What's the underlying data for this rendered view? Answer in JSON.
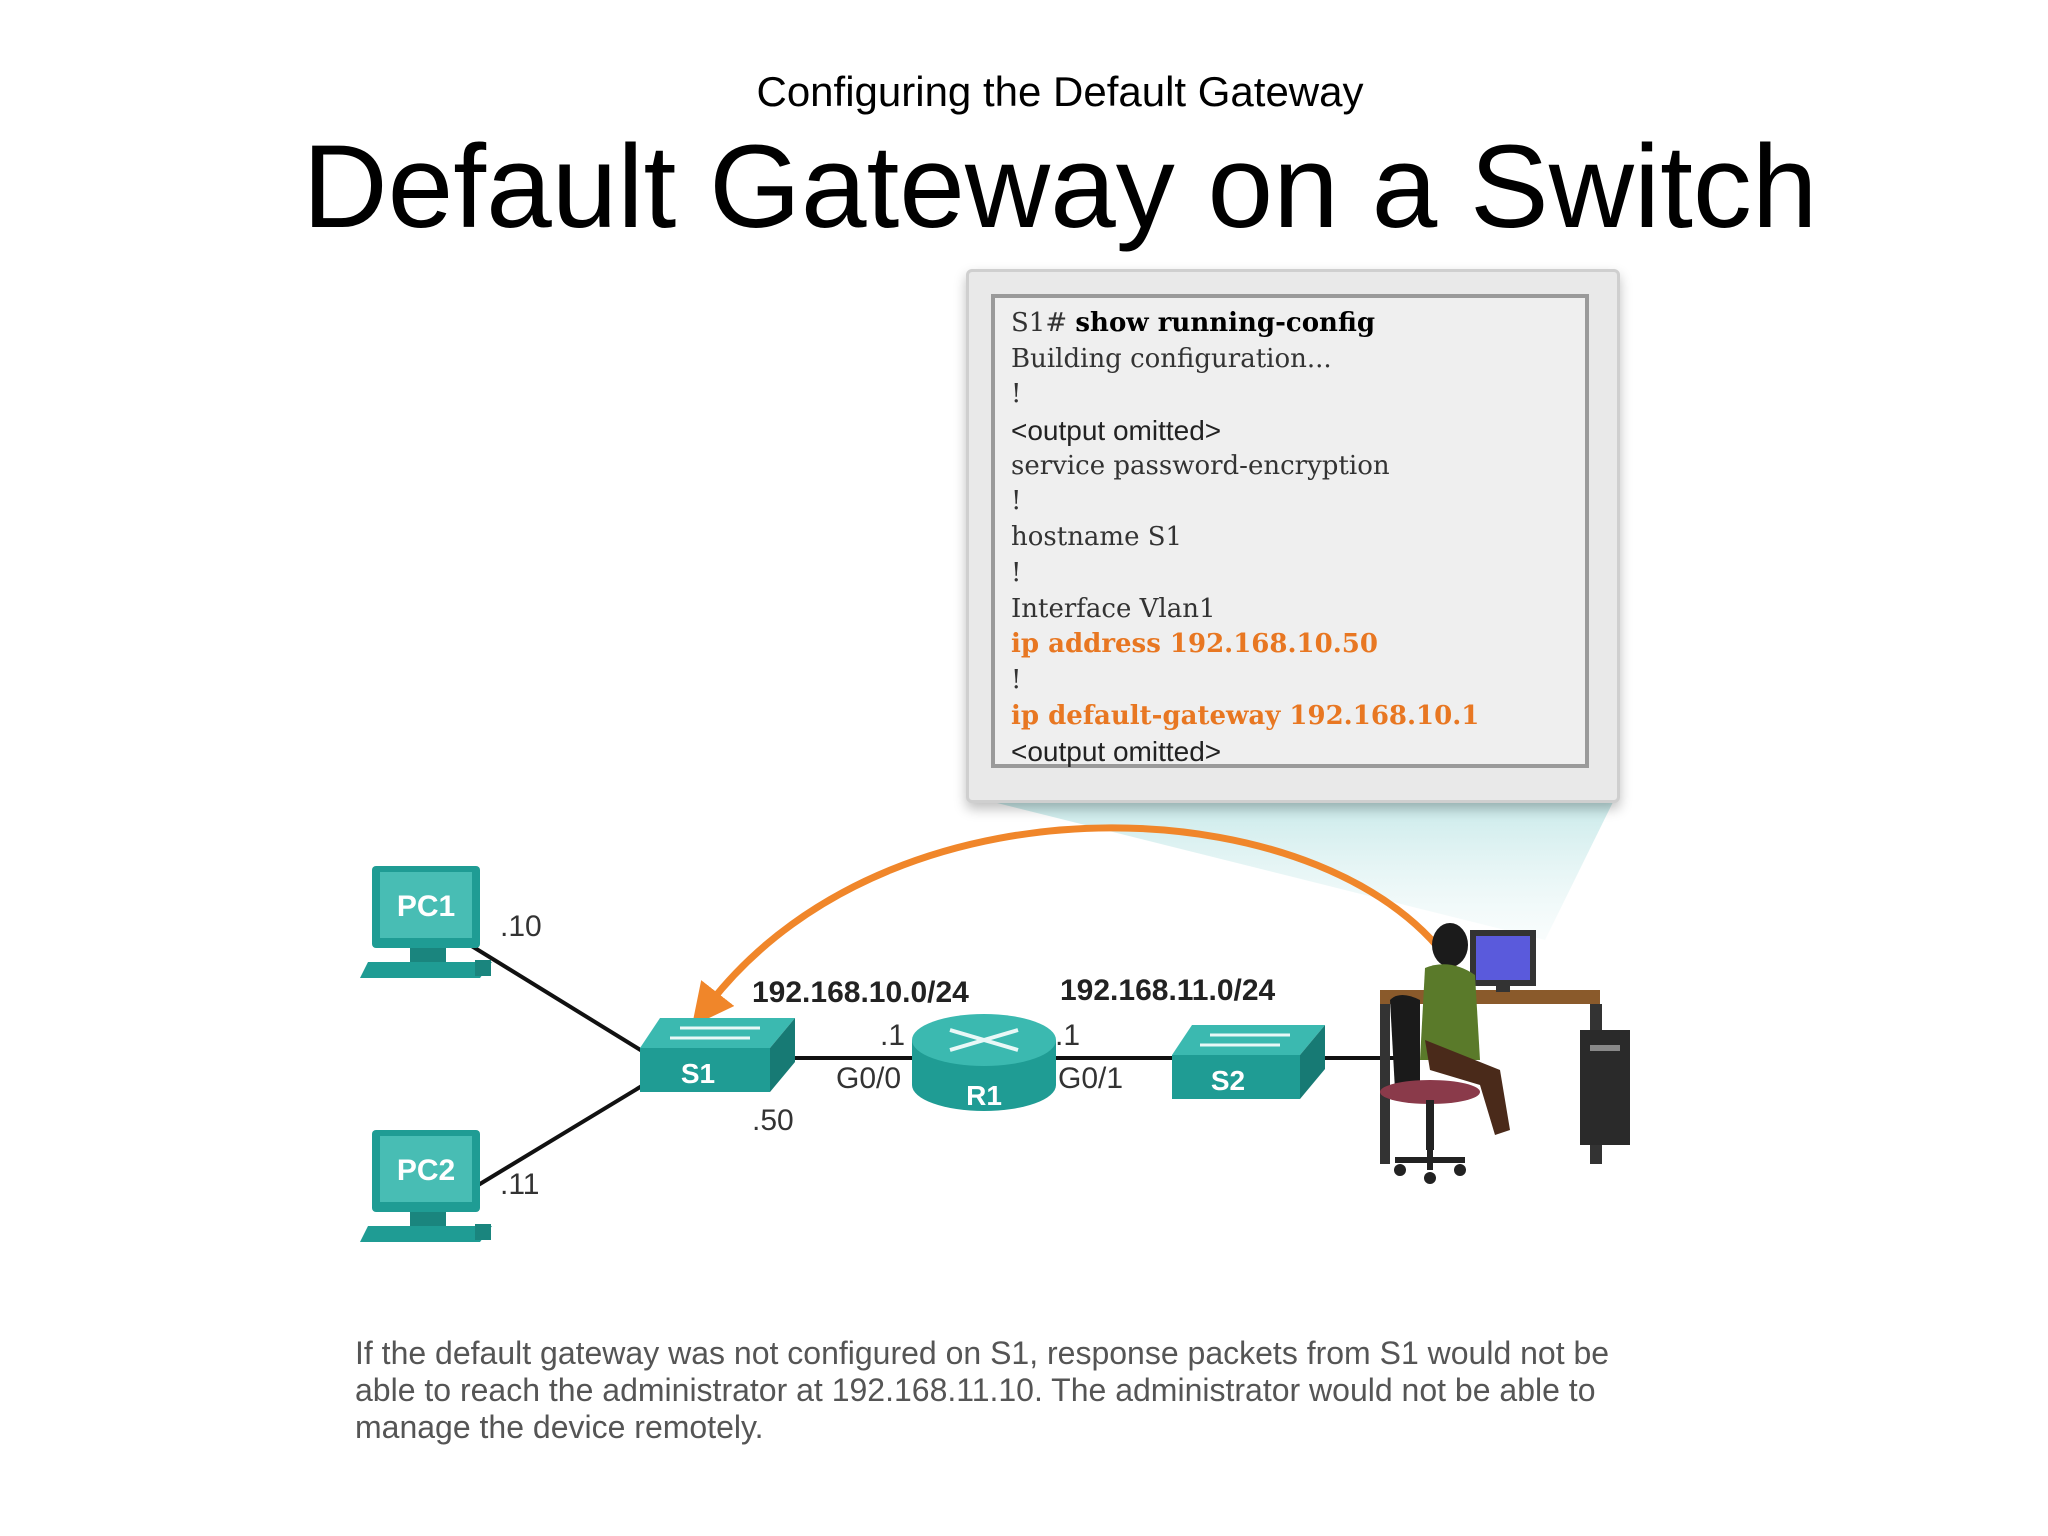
{
  "header": {
    "subtitle": "Configuring the Default Gateway",
    "title": "Default Gateway on a Switch"
  },
  "config": {
    "lines": [
      {
        "prefix": "S1# ",
        "command": "show running-config",
        "style": "prompt"
      },
      {
        "text": "Building configuration...",
        "style": "mono"
      },
      {
        "text": "!",
        "style": "mono"
      },
      {
        "text": "<output omitted>",
        "style": "sans"
      },
      {
        "text": "service password-encryption",
        "style": "mono"
      },
      {
        "text": "!",
        "style": "mono"
      },
      {
        "text": "hostname S1",
        "style": "mono"
      },
      {
        "text": "!",
        "style": "mono"
      },
      {
        "text": "Interface Vlan1",
        "style": "mono"
      },
      {
        "text": "ip address 192.168.10.50",
        "style": "highlight"
      },
      {
        "text": "!",
        "style": "mono"
      },
      {
        "text": "ip default-gateway 192.168.10.1",
        "style": "highlight"
      },
      {
        "text": "<output omitted>",
        "style": "sans"
      }
    ],
    "highlight_color": "#e87722"
  },
  "topology": {
    "devices": {
      "pc1": "PC1",
      "pc2": "PC2",
      "s1": "S1",
      "r1": "R1",
      "s2": "S2"
    },
    "addresses": {
      "pc1_host": ".10",
      "pc2_host": ".11",
      "s1_host": ".50",
      "r1_g00_host": ".1",
      "r1_g01_host": ".1"
    },
    "interfaces": {
      "r1_left": "G0/0",
      "r1_right": "G0/1"
    },
    "networks": {
      "left": "192.168.10.0/24",
      "right": "192.168.11.0/24"
    },
    "device_color": "#1f9c94",
    "arrow_color": "#f0862a",
    "admin_icon": "administrator-at-desk-icon"
  },
  "caption": "If the default gateway was not configured on S1, response packets from S1 would not be able to reach the administrator at 192.168.11.10. The administrator would not be able to manage the device remotely."
}
